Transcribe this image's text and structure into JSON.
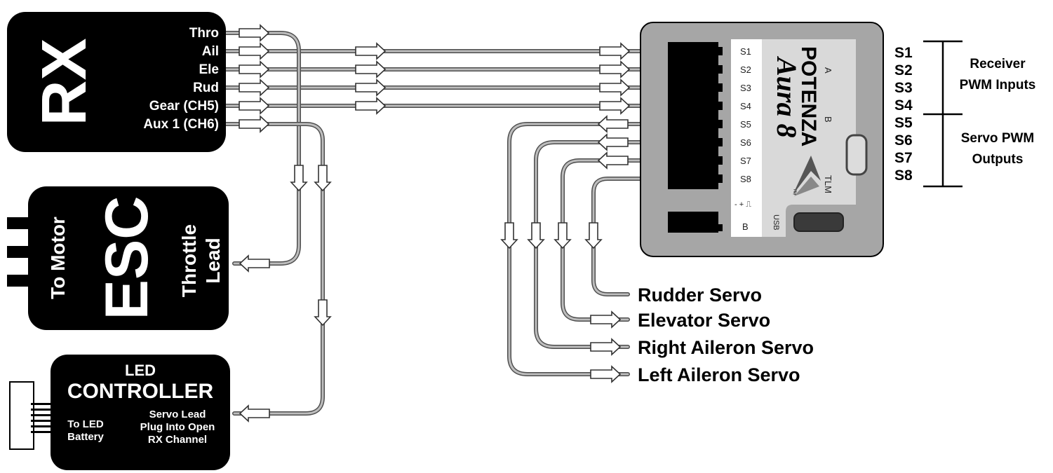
{
  "colors": {
    "module": "#000000",
    "wire": "#4d4d4d",
    "wire_core": "#bdbdbd",
    "fc_body": "#a6a6a6",
    "fc_label": "#d9d9d9"
  },
  "rx": {
    "title": "RX",
    "channels": [
      "Thro",
      "Ail",
      "Ele",
      "Rud",
      "Gear (CH5)",
      "Aux 1 (CH6)"
    ]
  },
  "esc": {
    "title": "ESC",
    "motor_label": "To Motor",
    "lead_label_1": "Throttle",
    "lead_label_2": "Lead"
  },
  "led": {
    "title_1": "LED",
    "title_2": "CONTROLLER",
    "battery_1": "To LED",
    "battery_2": "Battery",
    "servo_1": "Servo Lead",
    "servo_2": "Plug Into Open",
    "servo_3": "RX Channel"
  },
  "flight_controller": {
    "pins": [
      "S1",
      "S2",
      "S3",
      "S4",
      "S5",
      "S6",
      "S7",
      "S8"
    ],
    "power_symbol": "- + ⎍",
    "bind_label": "B",
    "brand": "POTENZA",
    "trademark": "™",
    "model": "Aura 8",
    "port_a": "A",
    "port_b": "B",
    "port_tlm": "TLM",
    "port_usb": "USB"
  },
  "legend": {
    "pins": [
      "S1",
      "S2",
      "S3",
      "S4",
      "S5",
      "S6",
      "S7",
      "S8"
    ],
    "group_inputs_1": "Receiver",
    "group_inputs_2": "PWM Inputs",
    "group_outputs_1": "Servo PWM",
    "group_outputs_2": "Outputs"
  },
  "servos": [
    "Rudder Servo",
    "Elevator Servo",
    "Right Aileron Servo",
    "Left Aileron Servo"
  ]
}
